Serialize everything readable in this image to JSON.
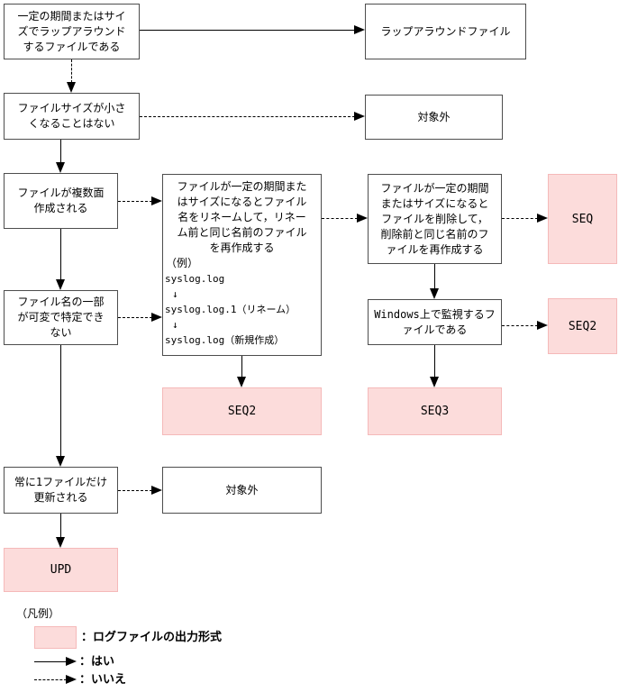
{
  "colors": {
    "log_format_fill": "#fcdcdb",
    "log_format_border": "#f5b9b9",
    "box_border": "#4d4d4d",
    "arrow": "#000000"
  },
  "nodes": {
    "wrap_condition": {
      "lines": [
        "一定の期間またはサイ",
        "ズでラップアラウンド",
        "するファイルである"
      ]
    },
    "wraparound_file": {
      "label": "ラップアラウンドファイル"
    },
    "size_not_shrink": {
      "lines": [
        "ファイルサイズが小さ",
        "くなることはない"
      ]
    },
    "excluded_top": {
      "label": "対象外"
    },
    "multi_file": {
      "lines": [
        "ファイルが複数面",
        "作成される"
      ]
    },
    "rename_recreate": {
      "desc": [
        "ファイルが一定の期間また",
        "はサイズになるとファイル",
        "名をリネームして，リネー",
        "ム前と同じ名前のファイル",
        "を再作成する"
      ],
      "example_title": "（例）",
      "example": [
        "syslog.log",
        "↓",
        "syslog.log.1（リネーム）",
        "↓",
        "syslog.log（新規作成）"
      ]
    },
    "delete_recreate": {
      "lines": [
        "ファイルが一定の期間",
        "またはサイズになると",
        "ファイルを削除して，",
        "削除前と同じ名前のフ",
        "ァイルを再作成する"
      ]
    },
    "seq": {
      "label": "SEQ"
    },
    "name_variable": {
      "lines": [
        "ファイル名の一部",
        "が可変で特定でき",
        "ない"
      ]
    },
    "windows_monitor": {
      "lines": [
        "Windows上で監視するフ",
        "ァイルである"
      ]
    },
    "seq2_right": {
      "label": "SEQ2"
    },
    "seq2_bottom": {
      "label": "SEQ2"
    },
    "seq3": {
      "label": "SEQ3"
    },
    "single_file": {
      "lines": [
        "常に1ファイルだけ",
        "更新される"
      ]
    },
    "excluded_bottom": {
      "label": "対象外"
    },
    "upd": {
      "label": "UPD"
    }
  },
  "legend": {
    "title": "（凡例）",
    "output_format_label": "：ログファイルの出力形式",
    "yes_label": "：はい",
    "no_label": "：いいえ"
  }
}
